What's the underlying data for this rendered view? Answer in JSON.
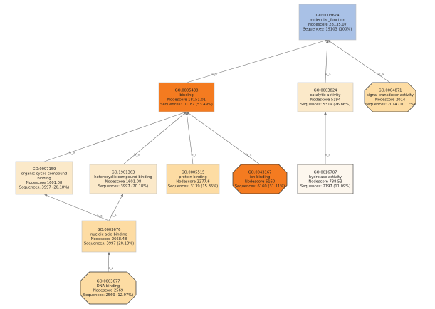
{
  "edge_label": "is_a",
  "colors": {
    "pale": "#fbe9c9",
    "light": "#fddca3",
    "orange": "#f47b20",
    "blue": "#a9c1e6",
    "white": "#fdf7ee",
    "stroke": "#333333",
    "edge": "#777777"
  },
  "nodes": [
    {
      "id": "GO:0003674",
      "shape": "rect",
      "fill": "blue",
      "lines": [
        "GO:0003674",
        "molecular_function",
        "Nodescore 28135.07",
        "Sequences: 19103 (100%)"
      ]
    },
    {
      "id": "GO:0005488",
      "shape": "rect",
      "fill": "orange",
      "lines": [
        "GO:0005488",
        "binding",
        "Nodescore 18151.01",
        "Sequences: 10187 (53.49%)"
      ]
    },
    {
      "id": "GO:0003824",
      "shape": "rect",
      "fill": "pale",
      "lines": [
        "GO:0003824",
        "catalytic activity",
        "Nodescore 5194",
        "Sequences: 5319 (26.86%)"
      ]
    },
    {
      "id": "GO:0004871",
      "shape": "octagon",
      "fill": "light",
      "lines": [
        "GO:0004871",
        "signal transducer activity",
        "Nodescore 2014",
        "Sequences: 2014 (10.17%)"
      ]
    },
    {
      "id": "GO:0097159",
      "shape": "rect",
      "fill": "pale",
      "lines": [
        "GO:0097159",
        "organic cyclic compound",
        "binding",
        "Nodescore 1601.08",
        "Sequences: 3997 (20.18%)"
      ]
    },
    {
      "id": "GO:1901363",
      "shape": "rect",
      "fill": "pale",
      "lines": [
        "GO:1901363",
        "heterocyclic compound binding",
        "Nodescore 1601.08",
        "Sequences: 3997 (20.18%)"
      ]
    },
    {
      "id": "GO:0005515",
      "shape": "rect",
      "fill": "light",
      "lines": [
        "GO:0005515",
        "protein binding",
        "Nodescore 2277.6",
        "Sequences: 3139 (15.85%)"
      ]
    },
    {
      "id": "GO:0043167",
      "shape": "octagon",
      "fill": "orange",
      "lines": [
        "GO:0043167",
        "ion binding",
        "Nodescore 6160",
        "Sequences: 6160 (31.11%)"
      ]
    },
    {
      "id": "GO:0016787",
      "shape": "rect",
      "fill": "white",
      "lines": [
        "GO:0016787",
        "hydrolase activity",
        "Nodescore 788.53",
        "Sequences: 2197 (11.09%)"
      ]
    },
    {
      "id": "GO:0003676",
      "shape": "rect",
      "fill": "light",
      "lines": [
        "GO:0003676",
        "nucleic acid binding",
        "Nodescore 2668.48",
        "Sequences: 3997 (20.18%)"
      ]
    },
    {
      "id": "GO:0003677",
      "shape": "octagon",
      "fill": "light",
      "lines": [
        "GO:0003677",
        "DNA binding",
        "Nodescore 2569",
        "Sequences: 2569 (12.97%)"
      ]
    }
  ],
  "edges": [
    {
      "from": "GO:0005488",
      "to": "GO:0003674"
    },
    {
      "from": "GO:0003824",
      "to": "GO:0003674"
    },
    {
      "from": "GO:0004871",
      "to": "GO:0003674"
    },
    {
      "from": "GO:0097159",
      "to": "GO:0005488"
    },
    {
      "from": "GO:1901363",
      "to": "GO:0005488"
    },
    {
      "from": "GO:0005515",
      "to": "GO:0005488"
    },
    {
      "from": "GO:0043167",
      "to": "GO:0005488"
    },
    {
      "from": "GO:0016787",
      "to": "GO:0003824"
    },
    {
      "from": "GO:0003676",
      "to": "GO:0097159"
    },
    {
      "from": "GO:0003676",
      "to": "GO:1901363"
    },
    {
      "from": "GO:0003677",
      "to": "GO:0003676"
    }
  ]
}
